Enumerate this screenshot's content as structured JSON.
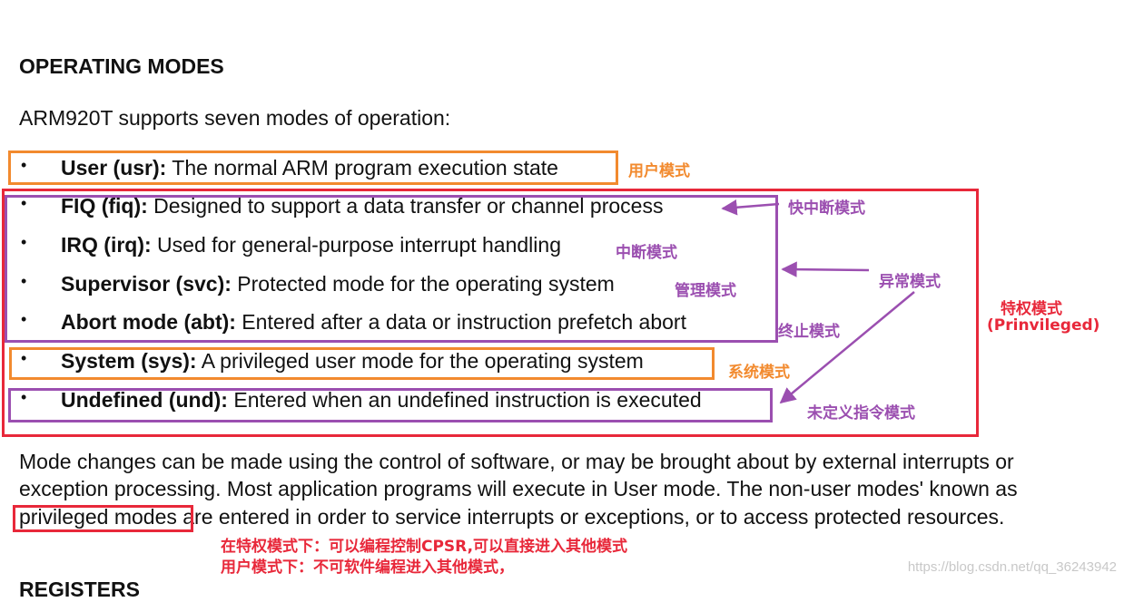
{
  "heading": "OPERATING MODES",
  "intro": "ARM920T supports seven modes of operation:",
  "bullet": "•",
  "modes": [
    {
      "name": "User (usr):",
      "desc": " The normal ARM program execution state",
      "annotation": "用户模式"
    },
    {
      "name": "FIQ (fiq):",
      "desc": " Designed to support a data transfer or channel process",
      "annotation": "快中断模式"
    },
    {
      "name": "IRQ (irq):",
      "desc": " Used for general-purpose interrupt handling",
      "annotation": "中断模式"
    },
    {
      "name": "Supervisor (svc):",
      "desc": " Protected mode for the operating system",
      "annotation": "管理模式"
    },
    {
      "name": "Abort mode (abt):",
      "desc": " Entered after a data or instruction prefetch abort",
      "annotation": "终止模式"
    },
    {
      "name": "System (sys):",
      "desc": " A privileged user mode for the operating system",
      "annotation": "系统模式"
    },
    {
      "name": "Undefined (und):",
      "desc": " Entered when an undefined instruction is executed",
      "annotation": "未定义指令模式"
    }
  ],
  "group_labels": {
    "exception": "异常模式",
    "privileged_cn": "特权模式",
    "privileged_en": "(Prinvileged)"
  },
  "paragraph": {
    "line1": "Mode changes can be made using the control of software, or may be brought about by external interrupts or",
    "line2": "exception processing. Most application programs will execute in User mode. The non-user modes' known as",
    "line3_highlight": "privileged modes",
    "line3_rest": " are entered in order to service interrupts or exceptions, or to access protected resources."
  },
  "notes": {
    "line1": "在特权模式下：可以编程控制CPSR,可以直接进入其他模式",
    "line2": "用户模式下：不可软件编程进入其他模式，"
  },
  "next_heading": "REGISTERS",
  "watermark": "https://blog.csdn.net/qq_36243942",
  "colors": {
    "orange": "#f28a2e",
    "purple": "#9b4fb0",
    "red": "#e8283a"
  }
}
